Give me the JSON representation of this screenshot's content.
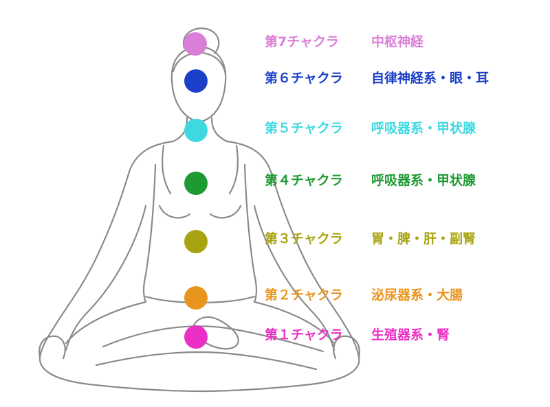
{
  "chakras": [
    {
      "name": "第7チャクラ",
      "organs": "中枢神経",
      "color": "#DA7FD8"
    },
    {
      "name": "第６チャクラ",
      "organs": "自律神経系・眼・耳",
      "color": "#1C3FC9"
    },
    {
      "name": "第５チャクラ",
      "organs": "呼吸器系・甲状腺",
      "color": "#3ED9E0"
    },
    {
      "name": "第４チャクラ",
      "organs": "呼吸器系・甲状腺",
      "color": "#1E9A33"
    },
    {
      "name": "第３チャクラ",
      "organs": "胃・脾・肝・副腎",
      "color": "#A8A411"
    },
    {
      "name": "第２チャクラ",
      "organs": "泌尿器系・大腸",
      "color": "#E8951F"
    },
    {
      "name": "第１チャクラ",
      "organs": "生殖器系・腎",
      "color": "#EC2FC4"
    }
  ],
  "colors": {
    "figure_stroke": "#8a8a8a",
    "background": "#ffffff"
  }
}
